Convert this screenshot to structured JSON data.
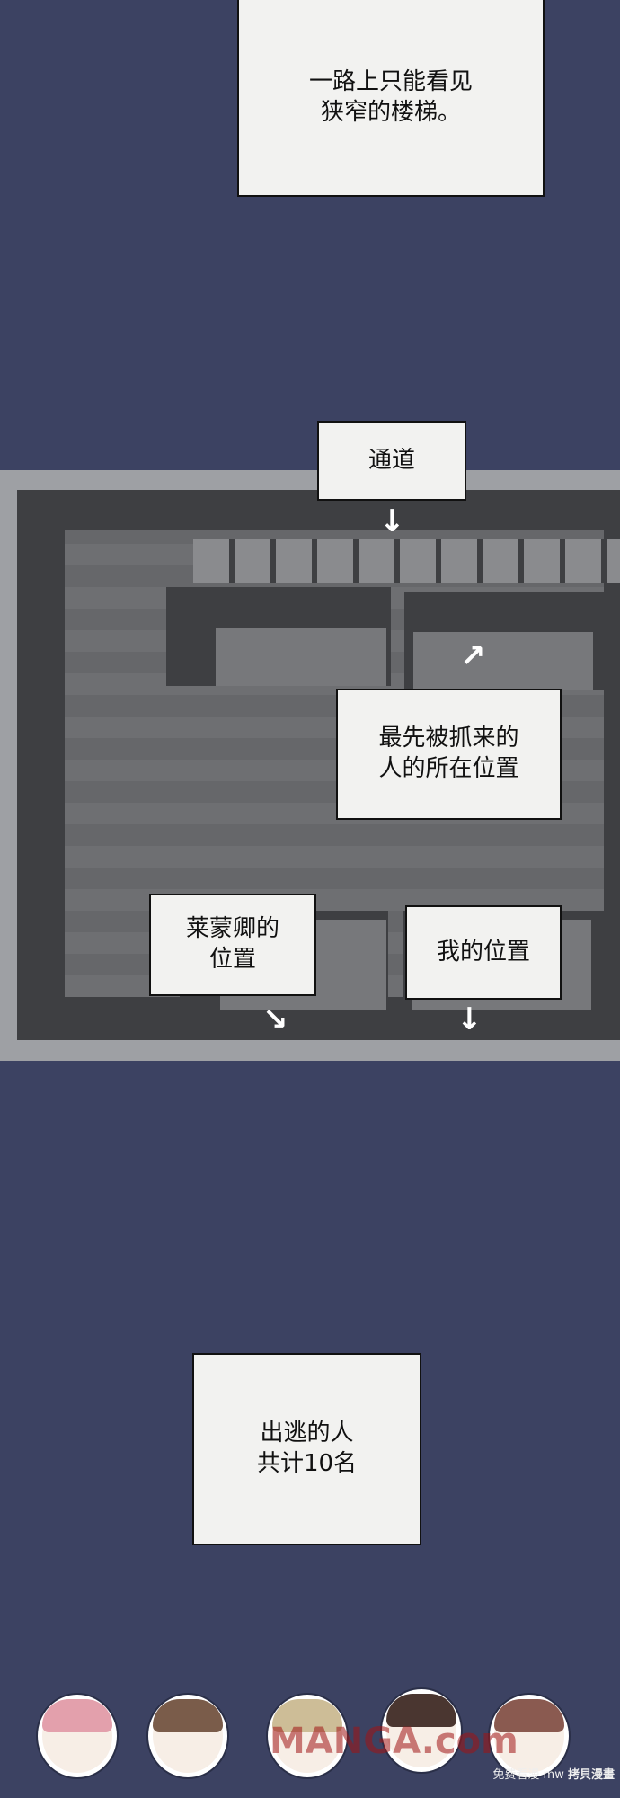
{
  "captions": {
    "top": "一路上只能看见\n狭窄的楼梯。",
    "passage": "通道",
    "first_captured": "最先被抓来的\n人的所在位置",
    "lemeng": "莱蒙卿的\n位置",
    "mine": "我的位置",
    "escapees": "出逃的人\n共计10名"
  },
  "watermark": {
    "logo": "MANGA.com",
    "free": "免费看漫 mw",
    "site": "拷貝漫畫"
  },
  "faces": [
    "pink-hair-girl",
    "brown-bangs-boy",
    "blond-man",
    "dark-hair-man",
    "auburn-hair-man"
  ],
  "colors": {
    "background": "#3c4262",
    "caption_bg": "#f2f2f0"
  }
}
